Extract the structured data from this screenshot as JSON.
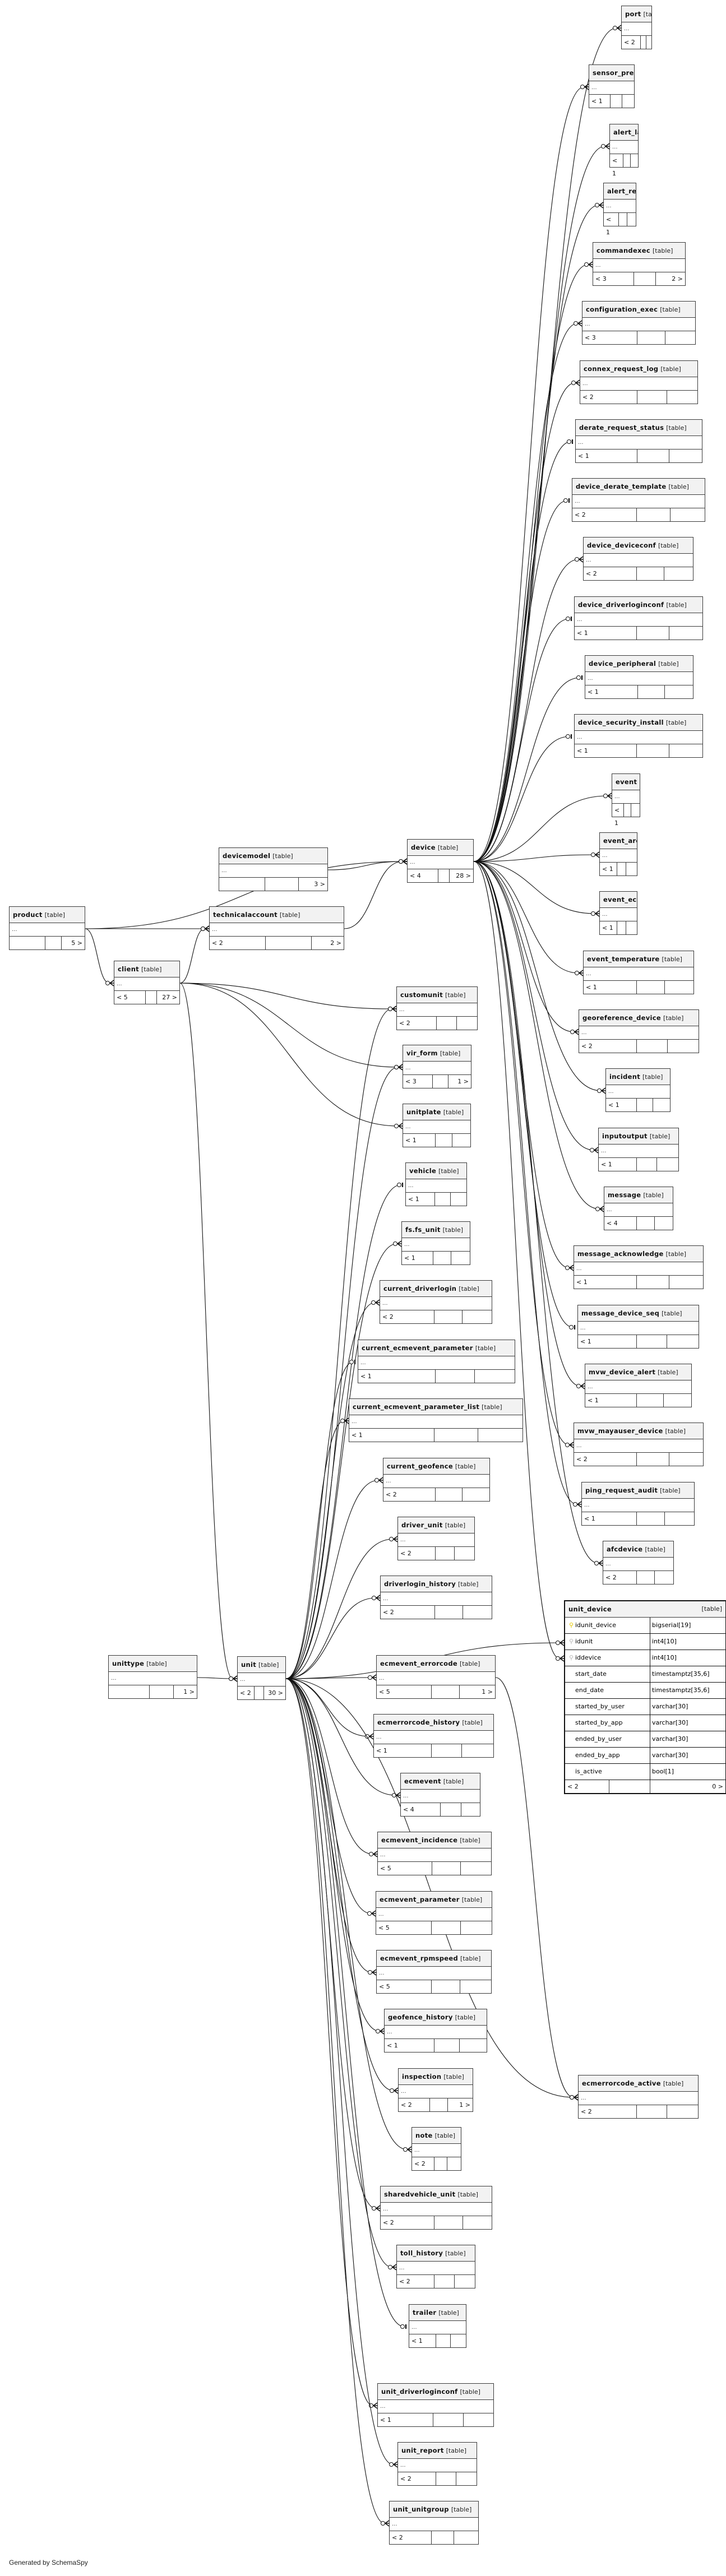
{
  "diagram": {
    "generator_label": "Generated by SchemaSpy",
    "kind_label": "[table]",
    "body_placeholder": "...",
    "tables": [
      {
        "id": "port",
        "name": "port",
        "parents": "< 2",
        "children": ""
      },
      {
        "id": "sensor_preference",
        "name": "sensor_preference",
        "parents": "< 1",
        "children": ""
      },
      {
        "id": "alert_last",
        "name": "alert_last",
        "parents": "< 1",
        "children": ""
      },
      {
        "id": "alert_recent",
        "name": "alert_recent",
        "parents": "< 1",
        "children": ""
      },
      {
        "id": "commandexec",
        "name": "commandexec",
        "parents": "< 3",
        "children": "2 >"
      },
      {
        "id": "configuration_exec",
        "name": "configuration_exec",
        "parents": "< 3",
        "children": ""
      },
      {
        "id": "connex_request_log",
        "name": "connex_request_log",
        "parents": "< 2",
        "children": ""
      },
      {
        "id": "derate_request_status",
        "name": "derate_request_status",
        "parents": "< 1",
        "children": ""
      },
      {
        "id": "device_derate_template",
        "name": "device_derate_template",
        "parents": "< 2",
        "children": ""
      },
      {
        "id": "device_deviceconf",
        "name": "device_deviceconf",
        "parents": "< 2",
        "children": ""
      },
      {
        "id": "device_driverloginconf",
        "name": "device_driverloginconf",
        "parents": "< 1",
        "children": ""
      },
      {
        "id": "device_peripheral",
        "name": "device_peripheral",
        "parents": "< 1",
        "children": ""
      },
      {
        "id": "device_security_install",
        "name": "device_security_install",
        "parents": "< 1",
        "children": ""
      },
      {
        "id": "event",
        "name": "event",
        "parents": "< 1",
        "children": ""
      },
      {
        "id": "event_arch",
        "name": "event_arch",
        "parents": "< 1",
        "children": ""
      },
      {
        "id": "event_ecm",
        "name": "event_ecm",
        "parents": "< 1",
        "children": ""
      },
      {
        "id": "event_temperature",
        "name": "event_temperature",
        "parents": "< 1",
        "children": ""
      },
      {
        "id": "georeference_device",
        "name": "georeference_device",
        "parents": "< 2",
        "children": ""
      },
      {
        "id": "incident",
        "name": "incident",
        "parents": "< 1",
        "children": ""
      },
      {
        "id": "inputoutput",
        "name": "inputoutput",
        "parents": "< 1",
        "children": ""
      },
      {
        "id": "message",
        "name": "message",
        "parents": "< 4",
        "children": ""
      },
      {
        "id": "message_acknowledge",
        "name": "message_acknowledge",
        "parents": "< 1",
        "children": ""
      },
      {
        "id": "message_device_seq",
        "name": "message_device_seq",
        "parents": "< 1",
        "children": ""
      },
      {
        "id": "mvw_device_alert",
        "name": "mvw_device_alert",
        "parents": "< 1",
        "children": ""
      },
      {
        "id": "mvw_mayauser_device",
        "name": "mvw_mayauser_device",
        "parents": "< 2",
        "children": ""
      },
      {
        "id": "ping_request_audit",
        "name": "ping_request_audit",
        "parents": "< 1",
        "children": ""
      },
      {
        "id": "afcdevice",
        "name": "afcdevice",
        "parents": "< 2",
        "children": ""
      },
      {
        "id": "ecmerrorcode_active",
        "name": "ecmerrorcode_active",
        "parents": "< 2",
        "children": ""
      },
      {
        "id": "product",
        "name": "product",
        "parents": "",
        "children": "5 >"
      },
      {
        "id": "client",
        "name": "client",
        "parents": "< 5",
        "children": "27 >"
      },
      {
        "id": "devicemodel",
        "name": "devicemodel",
        "parents": "",
        "children": "3 >"
      },
      {
        "id": "technicalaccount",
        "name": "technicalaccount",
        "parents": "< 2",
        "children": "2 >"
      },
      {
        "id": "device",
        "name": "device",
        "parents": "< 4",
        "children": "28 >"
      },
      {
        "id": "customunit",
        "name": "customunit",
        "parents": "< 2",
        "children": ""
      },
      {
        "id": "vir_form",
        "name": "vir_form",
        "parents": "< 3",
        "children": "1 >"
      },
      {
        "id": "unitplate",
        "name": "unitplate",
        "parents": "< 1",
        "children": ""
      },
      {
        "id": "vehicle",
        "name": "vehicle",
        "parents": "< 1",
        "children": ""
      },
      {
        "id": "fs_fs_unit",
        "name": "fs.fs_unit",
        "parents": "< 1",
        "children": ""
      },
      {
        "id": "current_driverlogin",
        "name": "current_driverlogin",
        "parents": "< 2",
        "children": ""
      },
      {
        "id": "current_ecmevent_parameter",
        "name": "current_ecmevent_parameter",
        "parents": "< 1",
        "children": ""
      },
      {
        "id": "current_ecmevent_parameter_list",
        "name": "current_ecmevent_parameter_list",
        "parents": "< 1",
        "children": ""
      },
      {
        "id": "current_geofence",
        "name": "current_geofence",
        "parents": "< 2",
        "children": ""
      },
      {
        "id": "driver_unit",
        "name": "driver_unit",
        "parents": "< 2",
        "children": ""
      },
      {
        "id": "driverlogin_history",
        "name": "driverlogin_history",
        "parents": "< 2",
        "children": ""
      },
      {
        "id": "unittype",
        "name": "unittype",
        "parents": "",
        "children": "1 >"
      },
      {
        "id": "unit",
        "name": "unit",
        "parents": "< 2",
        "children": "30 >"
      },
      {
        "id": "ecmevent_errorcode",
        "name": "ecmevent_errorcode",
        "parents": "< 5",
        "children": "1 >"
      },
      {
        "id": "ecmerrorcode_history",
        "name": "ecmerrorcode_history",
        "parents": "< 1",
        "children": ""
      },
      {
        "id": "ecmevent",
        "name": "ecmevent",
        "parents": "< 4",
        "children": ""
      },
      {
        "id": "ecmevent_incidence",
        "name": "ecmevent_incidence",
        "parents": "< 5",
        "children": ""
      },
      {
        "id": "ecmevent_parameter",
        "name": "ecmevent_parameter",
        "parents": "< 5",
        "children": ""
      },
      {
        "id": "ecmevent_rpmspeed",
        "name": "ecmevent_rpmspeed",
        "parents": "< 5",
        "children": ""
      },
      {
        "id": "geofence_history",
        "name": "geofence_history",
        "parents": "< 1",
        "children": ""
      },
      {
        "id": "inspection",
        "name": "inspection",
        "parents": "< 2",
        "children": "1 >"
      },
      {
        "id": "note",
        "name": "note",
        "parents": "< 2",
        "children": ""
      },
      {
        "id": "sharedvehicle_unit",
        "name": "sharedvehicle_unit",
        "parents": "< 2",
        "children": ""
      },
      {
        "id": "toll_history",
        "name": "toll_history",
        "parents": "< 2",
        "children": ""
      },
      {
        "id": "trailer",
        "name": "trailer",
        "parents": "< 1",
        "children": ""
      },
      {
        "id": "unit_driverloginconf",
        "name": "unit_driverloginconf",
        "parents": "< 1",
        "children": ""
      },
      {
        "id": "unit_report",
        "name": "unit_report",
        "parents": "< 2",
        "children": ""
      },
      {
        "id": "unit_unitgroup",
        "name": "unit_unitgroup",
        "parents": "< 2",
        "children": ""
      }
    ],
    "focus_table": {
      "name": "unit_device",
      "kind": "[table]",
      "columns": [
        {
          "name": "idunit_device",
          "type": "bigserial[19]",
          "key": "primary-key"
        },
        {
          "name": "idunit",
          "type": "int4[10]",
          "key": "foreign-key"
        },
        {
          "name": "iddevice",
          "type": "int4[10]",
          "key": "foreign-key"
        },
        {
          "name": "start_date",
          "type": "timestamptz[35,6]",
          "key": ""
        },
        {
          "name": "end_date",
          "type": "timestamptz[35,6]",
          "key": ""
        },
        {
          "name": "started_by_user",
          "type": "varchar[30]",
          "key": ""
        },
        {
          "name": "started_by_app",
          "type": "varchar[30]",
          "key": ""
        },
        {
          "name": "ended_by_user",
          "type": "varchar[30]",
          "key": ""
        },
        {
          "name": "ended_by_app",
          "type": "varchar[30]",
          "key": ""
        },
        {
          "name": "is_active",
          "type": "bool[1]",
          "key": ""
        }
      ],
      "parents": "< 2",
      "children": "0 >"
    },
    "relationships": [
      {
        "from": "device",
        "to": "port",
        "card": "many"
      },
      {
        "from": "device",
        "to": "sensor_preference",
        "card": "many"
      },
      {
        "from": "device",
        "to": "alert_last",
        "card": "many"
      },
      {
        "from": "device",
        "to": "alert_recent",
        "card": "many"
      },
      {
        "from": "device",
        "to": "commandexec",
        "card": "many"
      },
      {
        "from": "device",
        "to": "configuration_exec",
        "card": "many"
      },
      {
        "from": "device",
        "to": "connex_request_log",
        "card": "many"
      },
      {
        "from": "device",
        "to": "derate_request_status",
        "card": "one"
      },
      {
        "from": "device",
        "to": "device_derate_template",
        "card": "one"
      },
      {
        "from": "device",
        "to": "device_deviceconf",
        "card": "many"
      },
      {
        "from": "device",
        "to": "device_driverloginconf",
        "card": "one"
      },
      {
        "from": "device",
        "to": "device_peripheral",
        "card": "one"
      },
      {
        "from": "device",
        "to": "device_security_install",
        "card": "one"
      },
      {
        "from": "device",
        "to": "event",
        "card": "many"
      },
      {
        "from": "device",
        "to": "event_arch",
        "card": "many"
      },
      {
        "from": "device",
        "to": "event_ecm",
        "card": "many"
      },
      {
        "from": "device",
        "to": "event_temperature",
        "card": "many"
      },
      {
        "from": "device",
        "to": "georeference_device",
        "card": "many"
      },
      {
        "from": "device",
        "to": "incident",
        "card": "many"
      },
      {
        "from": "device",
        "to": "inputoutput",
        "card": "many"
      },
      {
        "from": "device",
        "to": "message",
        "card": "many"
      },
      {
        "from": "device",
        "to": "message_acknowledge",
        "card": "many"
      },
      {
        "from": "device",
        "to": "message_device_seq",
        "card": "one"
      },
      {
        "from": "device",
        "to": "mvw_device_alert",
        "card": "many"
      },
      {
        "from": "device",
        "to": "mvw_mayauser_device",
        "card": "many"
      },
      {
        "from": "device",
        "to": "ping_request_audit",
        "card": "many"
      },
      {
        "from": "device",
        "to": "afcdevice",
        "card": "many"
      },
      {
        "from": "device",
        "to": "unit_device",
        "card": "many"
      },
      {
        "from": "product",
        "to": "client",
        "card": "many"
      },
      {
        "from": "product",
        "to": "technicalaccount",
        "card": "many"
      },
      {
        "from": "product",
        "to": "device",
        "card": "many"
      },
      {
        "from": "devicemodel",
        "to": "device",
        "card": "many"
      },
      {
        "from": "technicalaccount",
        "to": "device",
        "card": "many"
      },
      {
        "from": "client",
        "to": "technicalaccount",
        "card": "many"
      },
      {
        "from": "client",
        "to": "unit",
        "card": "many"
      },
      {
        "from": "client",
        "to": "customunit",
        "card": "many"
      },
      {
        "from": "client",
        "to": "vir_form",
        "card": "many"
      },
      {
        "from": "client",
        "to": "unitplate",
        "card": "many"
      },
      {
        "from": "unittype",
        "to": "unit",
        "card": "many"
      },
      {
        "from": "unit",
        "to": "customunit",
        "card": "many"
      },
      {
        "from": "unit",
        "to": "vir_form",
        "card": "many"
      },
      {
        "from": "unit",
        "to": "vehicle",
        "card": "one"
      },
      {
        "from": "unit",
        "to": "fs_fs_unit",
        "card": "many"
      },
      {
        "from": "unit",
        "to": "current_driverlogin",
        "card": "many"
      },
      {
        "from": "unit",
        "to": "current_ecmevent_parameter",
        "card": "one"
      },
      {
        "from": "unit",
        "to": "current_ecmevent_parameter_list",
        "card": "many"
      },
      {
        "from": "unit",
        "to": "current_geofence",
        "card": "many"
      },
      {
        "from": "unit",
        "to": "driver_unit",
        "card": "many"
      },
      {
        "from": "unit",
        "to": "driverlogin_history",
        "card": "many"
      },
      {
        "from": "unit",
        "to": "unit_device",
        "card": "many"
      },
      {
        "from": "unit",
        "to": "ecmevent_errorcode",
        "card": "many"
      },
      {
        "from": "unit",
        "to": "ecmerrorcode_history",
        "card": "many"
      },
      {
        "from": "unit",
        "to": "ecmevent",
        "card": "many"
      },
      {
        "from": "unit",
        "to": "ecmevent_incidence",
        "card": "many"
      },
      {
        "from": "unit",
        "to": "ecmevent_parameter",
        "card": "many"
      },
      {
        "from": "unit",
        "to": "ecmevent_rpmspeed",
        "card": "many"
      },
      {
        "from": "unit",
        "to": "geofence_history",
        "card": "many"
      },
      {
        "from": "unit",
        "to": "inspection",
        "card": "many"
      },
      {
        "from": "unit",
        "to": "note",
        "card": "many"
      },
      {
        "from": "unit",
        "to": "sharedvehicle_unit",
        "card": "many"
      },
      {
        "from": "unit",
        "to": "toll_history",
        "card": "many"
      },
      {
        "from": "unit",
        "to": "trailer",
        "card": "one"
      },
      {
        "from": "unit",
        "to": "unit_driverloginconf",
        "card": "many"
      },
      {
        "from": "unit",
        "to": "unit_report",
        "card": "many"
      },
      {
        "from": "unit",
        "to": "unit_unitgroup",
        "card": "many"
      },
      {
        "from": "unit",
        "to": "ecmerrorcode_active",
        "card": "many"
      },
      {
        "from": "ecmevent_errorcode",
        "to": "ecmerrorcode_active",
        "card": "many"
      }
    ]
  }
}
